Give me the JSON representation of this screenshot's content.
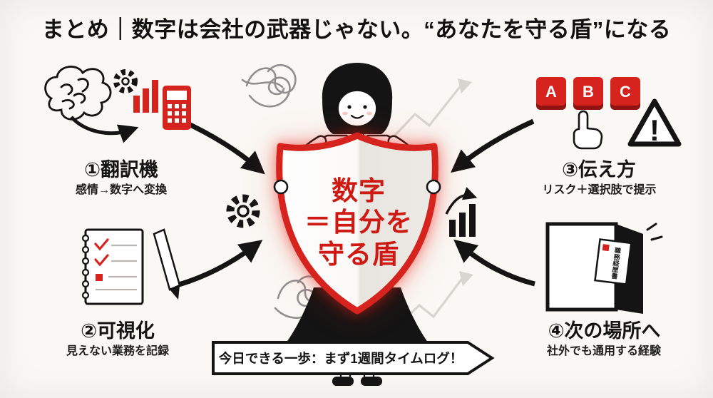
{
  "title": "まとめ｜数字は会社の武器じゃない。“あなたを守る盾”になる",
  "shield": {
    "line1": "数字",
    "line2": "＝自分を",
    "line3": "守る盾"
  },
  "sections": {
    "translator": {
      "heading": "①翻訳機",
      "subtext": "感情→数字へ変換"
    },
    "visualize": {
      "heading": "②可視化",
      "subtext": "見えない業務を記録"
    },
    "delivery": {
      "heading": "③伝え方",
      "subtext": "リスク＋選択肢で提示"
    },
    "next_place": {
      "heading": "④次の場所へ",
      "subtext": "社外でも通用する経験"
    }
  },
  "choice_keys": {
    "a": "A",
    "b": "B",
    "c": "C"
  },
  "warning_mark": "!",
  "door_document_label": "職務経歴書",
  "banner_text": "今日できる一歩：まず1週間タイムログ！",
  "colors": {
    "accent_red": "#d7231d",
    "ink": "#141414",
    "paper": "#faf8f4",
    "decor_gray": "#8f8f8f",
    "decor_light_gray": "#d8d5d0"
  }
}
